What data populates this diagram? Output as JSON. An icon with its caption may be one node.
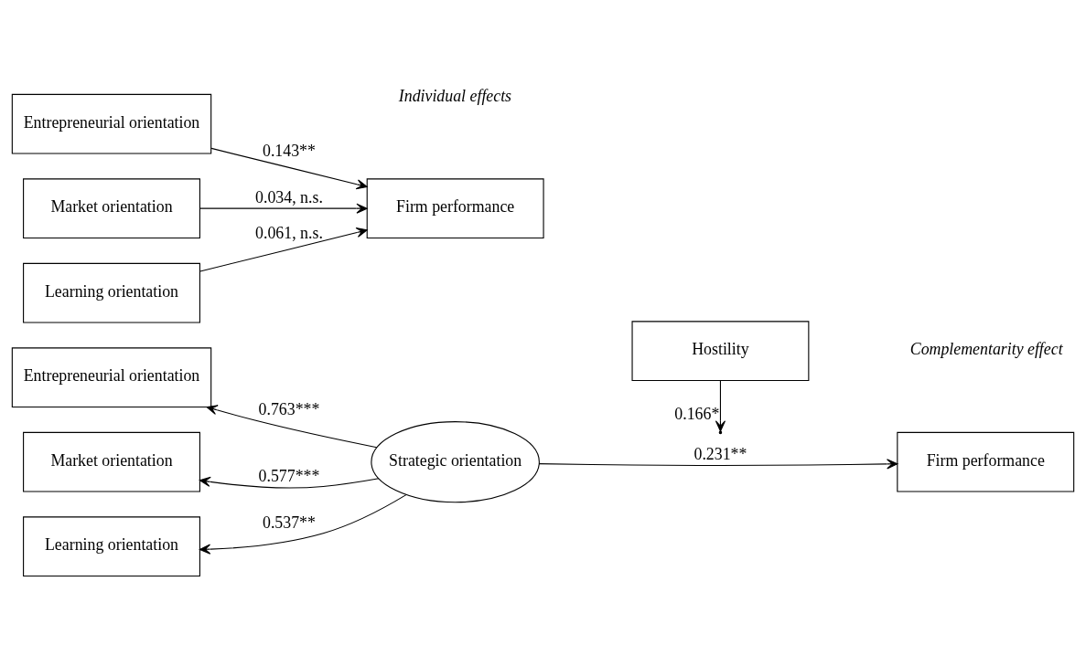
{
  "diagram": {
    "nodes": [
      {
        "text": [
          "Entrepreneurial orientation"
        ]
      },
      {
        "text": [
          "Market orientation"
        ]
      },
      {
        "text": [
          "Learning orientation"
        ]
      },
      {
        "text": [
          "Firm performance"
        ]
      },
      {
        "text": [
          "Entrepreneurial orientation"
        ]
      },
      {
        "text": [
          "Market orientation"
        ]
      },
      {
        "text": [
          "Learning orientation"
        ]
      },
      {
        "text": [
          "Strategic orientation"
        ]
      },
      {
        "text": [
          "Firm performance"
        ]
      },
      {
        "text": [
          "Hostility"
        ]
      }
    ],
    "edges": [
      {
        "from": 0,
        "to": 3,
        "arrow": "to",
        "label": "0.143**"
      },
      {
        "from": 1,
        "to": 3,
        "arrow": "to",
        "label": "0.034, n.s."
      },
      {
        "from": 2,
        "to": 3,
        "arrow": "to",
        "label": "0.061, n.s."
      },
      {
        "from": 7,
        "to": 4,
        "arrow": "to",
        "label": "0.763***"
      },
      {
        "from": 7,
        "to": 5,
        "arrow": "to",
        "label": "0.577***"
      },
      {
        "from": 7,
        "to": 6,
        "arrow": "to",
        "label": "0.537**"
      },
      {
        "from": 7,
        "to": 8,
        "arrow": "to",
        "label": "0.231**"
      },
      {
        "from": 9,
        "to": null,
        "arrow": "to",
        "label": "0.166*"
      }
    ],
    "labels": [
      "Individual effects",
      "Complementarity effect"
    ]
  }
}
